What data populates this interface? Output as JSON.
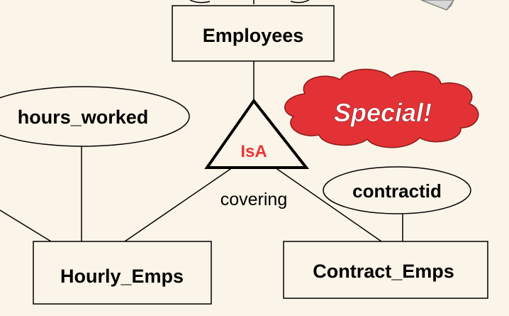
{
  "entities": {
    "employees": "Employees",
    "hourly": "Hourly_Emps",
    "contract": "Contract_Emps"
  },
  "attributes": {
    "hours_worked": "hours_worked",
    "contractid": "contractid"
  },
  "isa": {
    "label": "IsA",
    "constraint": "covering"
  },
  "callout": {
    "text": "Special!"
  },
  "colors": {
    "background": "#fbf4e8",
    "isa_label": "#e8343a",
    "callout_fill": "#e23236",
    "callout_text": "#ffffff",
    "stroke": "#000000"
  }
}
